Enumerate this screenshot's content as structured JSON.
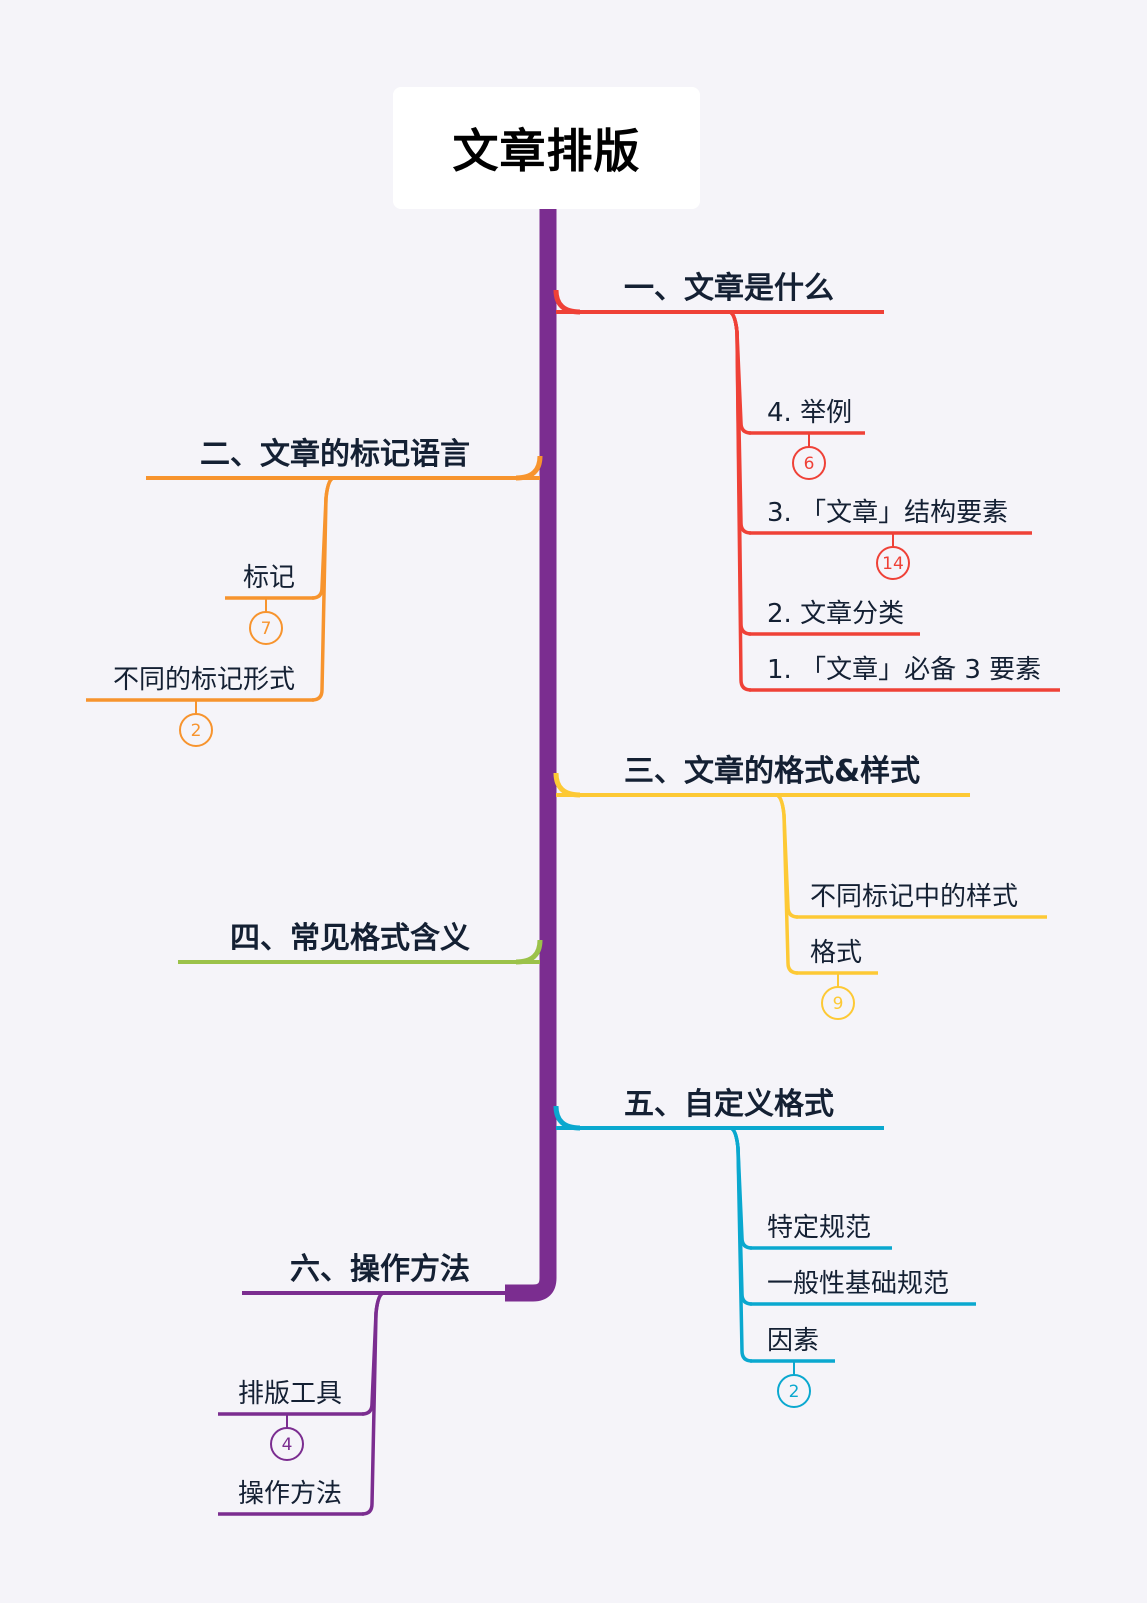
{
  "root": {
    "title": "文章排版",
    "color": "#7b2d90"
  },
  "branches": [
    {
      "id": "b1",
      "label": "一、文章是什么",
      "side": "right",
      "color": "#ef4137",
      "children": [
        {
          "label": "4. 举例",
          "badge": "6"
        },
        {
          "label": "3. 「文章」结构要素",
          "badge": "14"
        },
        {
          "label": "2. 文章分类",
          "badge": null
        },
        {
          "label": "1. 「文章」必备 3 要素",
          "badge": null
        }
      ]
    },
    {
      "id": "b2",
      "label": "二、文章的标记语言",
      "side": "left",
      "color": "#f7942e",
      "children": [
        {
          "label": "标记",
          "badge": "7"
        },
        {
          "label": "不同的标记形式",
          "badge": "2"
        }
      ]
    },
    {
      "id": "b3",
      "label": "三、文章的格式&样式",
      "side": "right",
      "color": "#fdc935",
      "children": [
        {
          "label": "不同标记中的样式",
          "badge": null
        },
        {
          "label": "格式",
          "badge": "9"
        }
      ]
    },
    {
      "id": "b4",
      "label": "四、常见格式含义",
      "side": "left",
      "color": "#9bc24a",
      "children": []
    },
    {
      "id": "b5",
      "label": "五、自定义格式",
      "side": "right",
      "color": "#0aa8cf",
      "children": [
        {
          "label": "特定规范",
          "badge": null
        },
        {
          "label": "一般性基础规范",
          "badge": null
        },
        {
          "label": "因素",
          "badge": "2"
        }
      ]
    },
    {
      "id": "b6",
      "label": "六、操作方法",
      "side": "left",
      "color": "#7b2d90",
      "children": [
        {
          "label": "排版工具",
          "badge": "4"
        },
        {
          "label": "操作方法",
          "badge": null
        }
      ]
    }
  ]
}
